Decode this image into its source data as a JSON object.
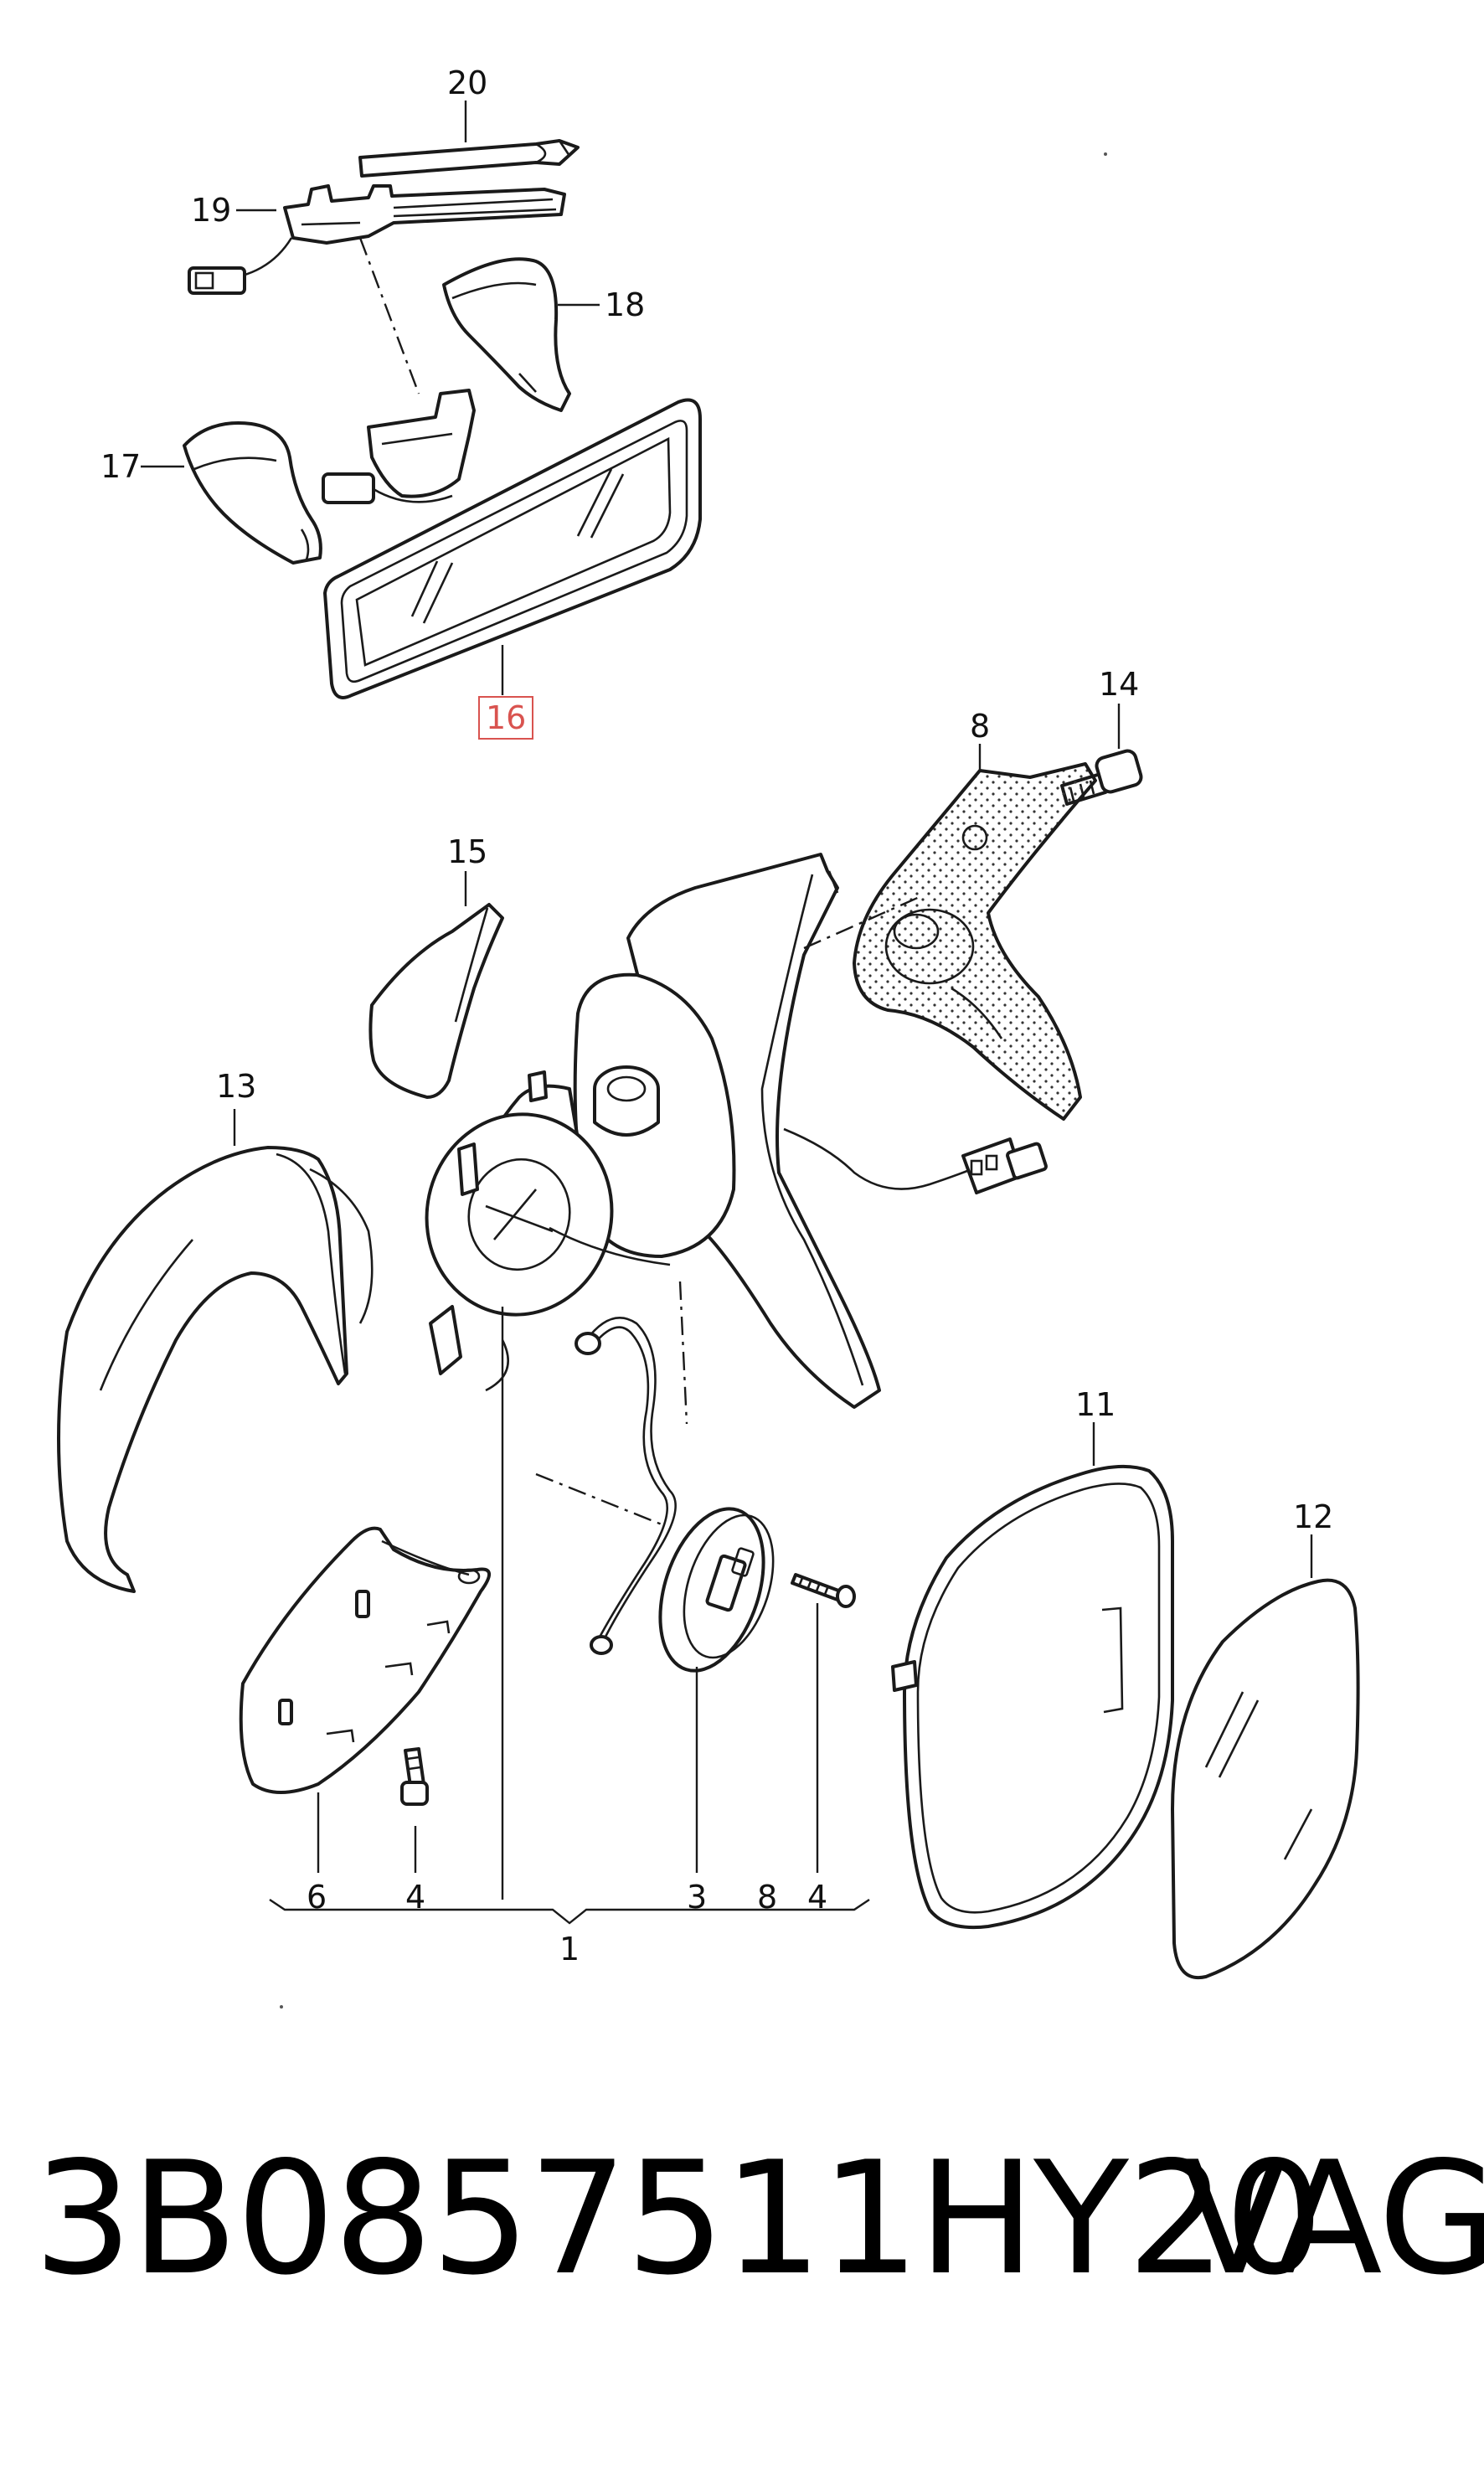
{
  "callouts": {
    "c20": "20",
    "c19": "19",
    "c18": "18",
    "c17": "17",
    "c16": "16",
    "c14": "14",
    "c8": "8",
    "c15": "15",
    "c13": "13",
    "c11": "11",
    "c12": "12",
    "b6": "6",
    "b4a": "4",
    "b3": "3",
    "b8": "8",
    "b4b": "4",
    "b1": "1"
  },
  "highlight_color": "#d9534f",
  "footer": {
    "part_number": "3B0857511HY20",
    "brand": "VAG"
  }
}
